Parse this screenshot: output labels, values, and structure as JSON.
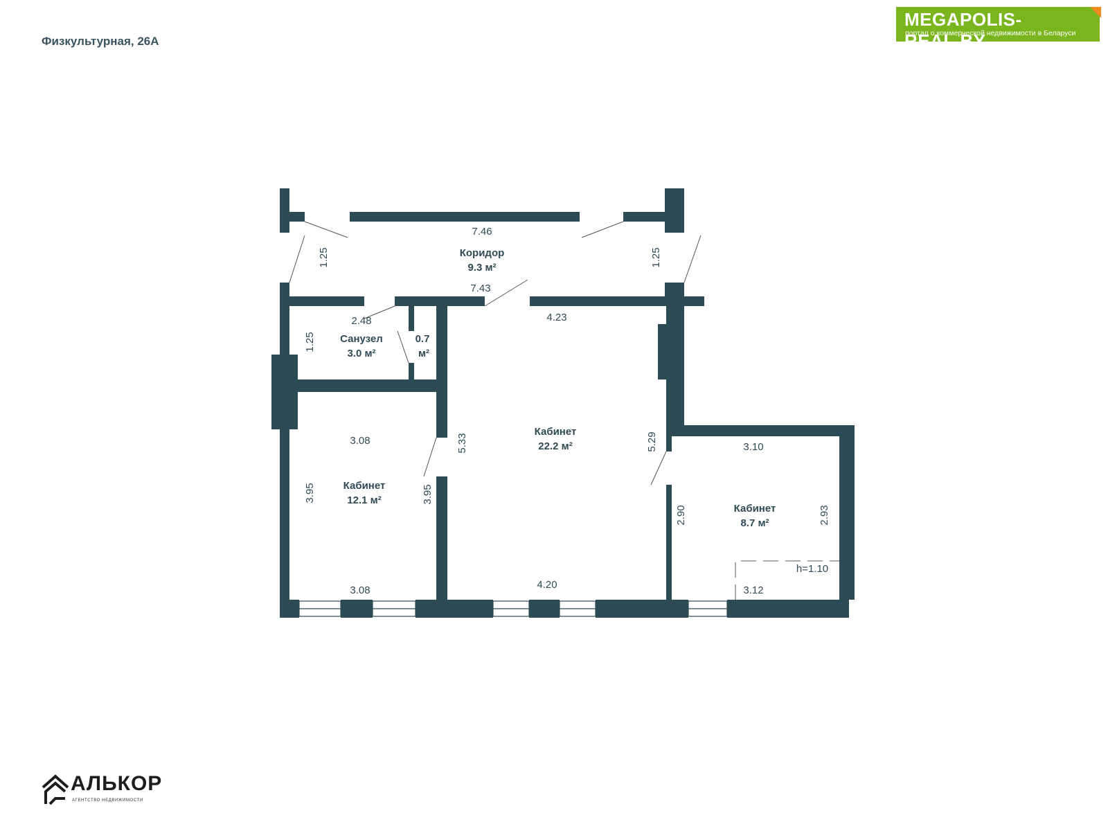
{
  "header": {
    "address": "Физкультурная, 26А"
  },
  "brand": {
    "title": "MEGAPOLIS-REAL.BY",
    "subtitle": "портал о коммерческой недвижимости в Беларуси",
    "accent": "#7ab51d",
    "corner_color": "#f08a1f"
  },
  "plan": {
    "wall_color": "#2d4b55",
    "rooms": {
      "corridor": {
        "name": "Коридор",
        "area": "9.3 м²"
      },
      "bathroom": {
        "name": "Санузел",
        "area": "3.0 м²"
      },
      "closet": {
        "area_num": "0.7",
        "area_unit": "м²"
      },
      "office_large": {
        "name": "Кабинет",
        "area": "22.2 м²"
      },
      "office_left": {
        "name": "Кабинет",
        "area": "12.1 м²"
      },
      "office_right": {
        "name": "Кабинет",
        "area": "8.7 м²"
      }
    },
    "dims": {
      "corridor_top": "7.46",
      "corridor_left": "1.25",
      "corridor_right": "1.25",
      "corridor_bottom": "7.43",
      "bath_top": "2.48",
      "bath_left": "1.25",
      "large_top": "4.23",
      "large_left": "5.33",
      "large_right": "5.29",
      "large_bottom": "4.20",
      "left_top": "3.08",
      "left_left": "3.95",
      "left_right": "3.95",
      "left_bottom": "3.08",
      "right_top": "3.10",
      "right_left": "2.90",
      "right_right": "2.93",
      "right_bottom": "3.12",
      "height_note": "h=1.10"
    }
  },
  "footer": {
    "logo_name": "АЛЬКОР",
    "logo_sub": "АГЕНТСТВО НЕДВИЖИМОСТИ"
  }
}
